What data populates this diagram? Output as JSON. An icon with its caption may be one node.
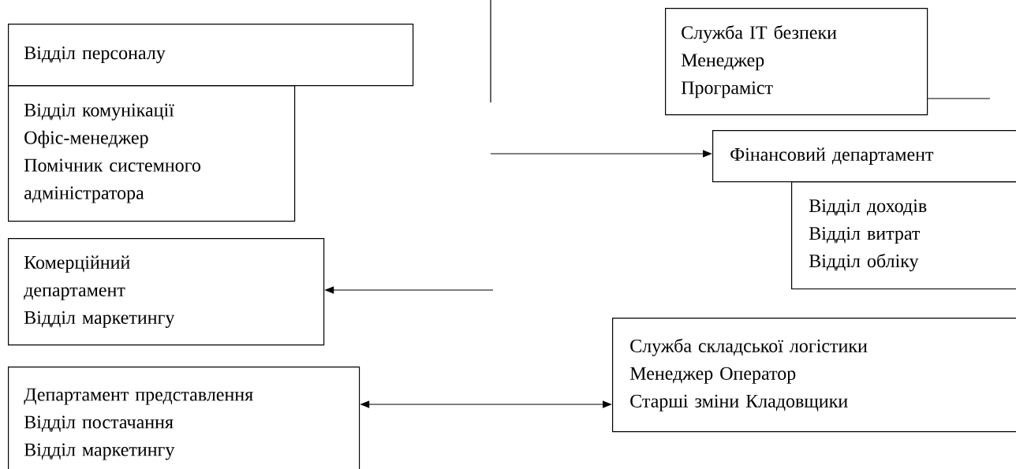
{
  "diagram": {
    "nodes": [
      {
        "text": [
          "Відділ персоналу"
        ]
      },
      {
        "text": [
          "Відділ комунікації",
          "Офіс-менеджер",
          "Помічник системного адміністратора"
        ]
      },
      {
        "text": [
          "Комерційний департамент",
          "Відділ маркетингу"
        ]
      },
      {
        "text": [
          "Департамент представлення",
          "Відділ постачання",
          "Відділ маркетингу"
        ]
      },
      {
        "text": [
          "Служба IT безпеки",
          "Менеджер",
          "Програміст"
        ]
      },
      {
        "text": [
          "Фінансовий департамент"
        ]
      },
      {
        "text": [
          "Відділ доходів",
          "Відділ витрат",
          "Відділ обліку"
        ]
      },
      {
        "text": [
          "Служба складської логістики",
          "Менеджер Оператор",
          "Старші зміни Кладовщики"
        ]
      }
    ],
    "edges": [
      {
        "from": 4,
        "to": null,
        "arrow": "none"
      },
      {
        "from": null,
        "to": 5,
        "arrow": "to"
      },
      {
        "from": null,
        "to": 2,
        "arrow": "to"
      },
      {
        "from": 3,
        "to": 7,
        "arrow": "both"
      }
    ]
  }
}
